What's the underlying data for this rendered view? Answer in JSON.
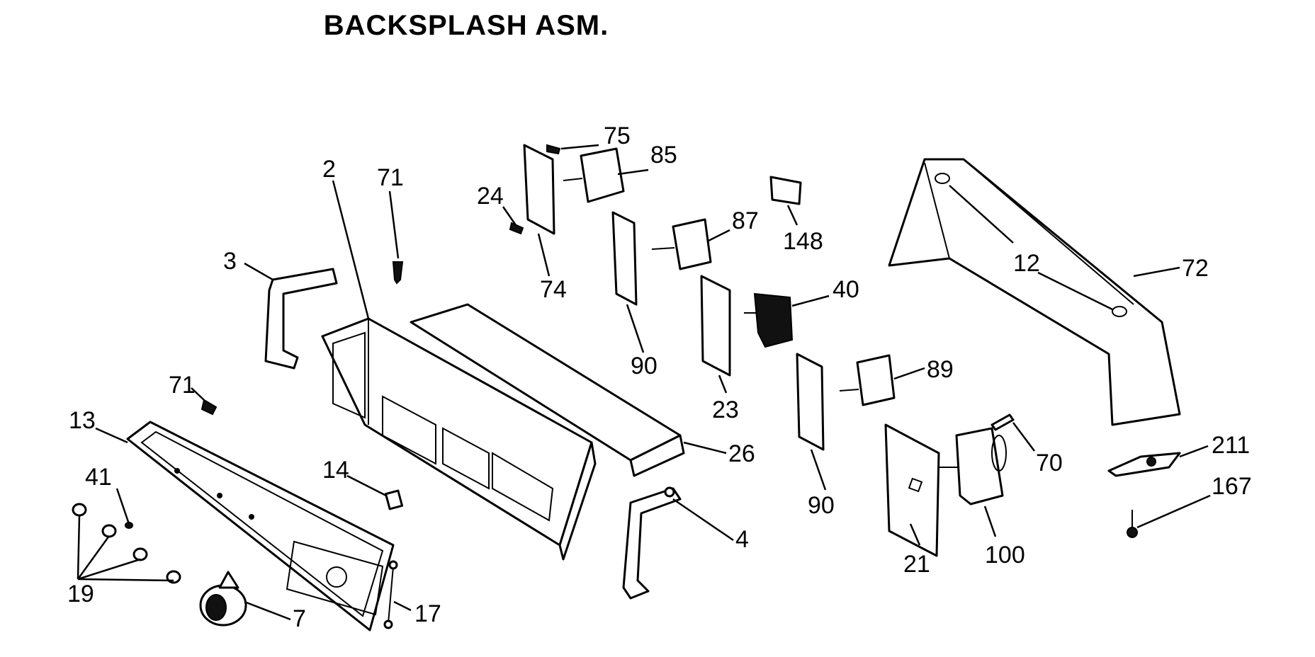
{
  "title": "BACKSPLASH ASM.",
  "callouts": [
    "2",
    "71",
    "3",
    "71",
    "13",
    "41",
    "19",
    "7",
    "14",
    "17",
    "4",
    "26",
    "24",
    "75",
    "85",
    "74",
    "87",
    "90",
    "23",
    "148",
    "40",
    "90",
    "89",
    "21",
    "100",
    "70",
    "12",
    "72",
    "211",
    "167"
  ]
}
